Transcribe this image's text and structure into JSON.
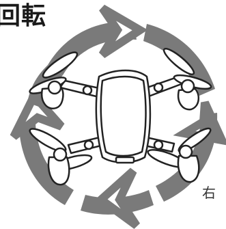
{
  "title": "回転",
  "caption": "右",
  "icons": {
    "rotation_arrows": "rotation-arrows-icon",
    "drone": "drone-illustration"
  },
  "colors": {
    "arrow_ring": "#7a7a7a",
    "drone_outline": "#222222",
    "text": "#1a1a1a"
  }
}
